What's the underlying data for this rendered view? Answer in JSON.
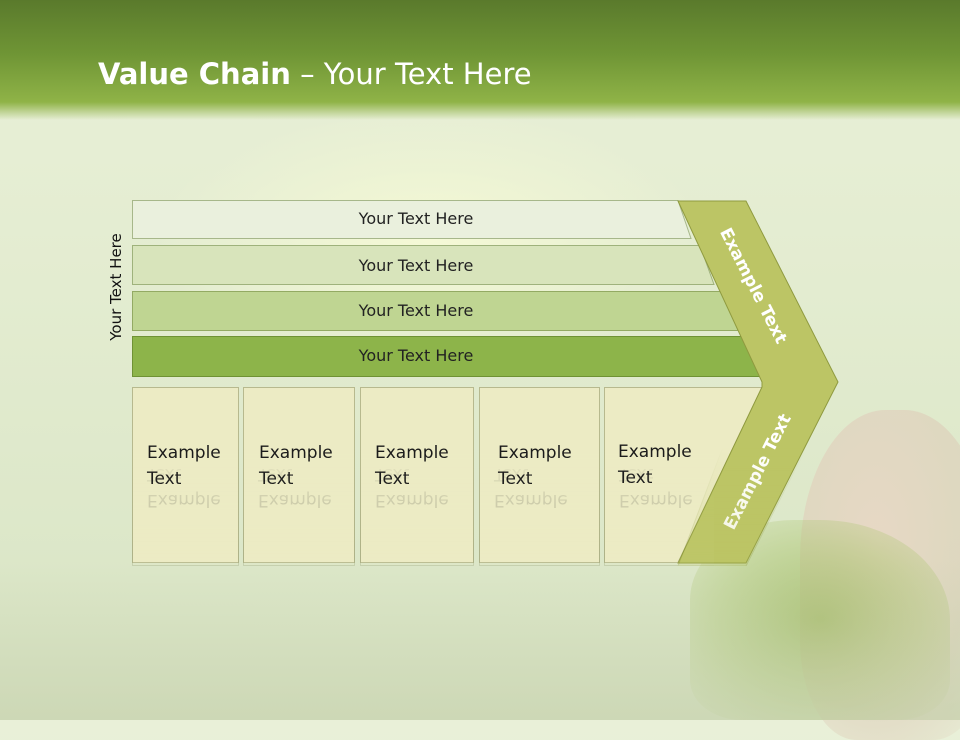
{
  "slide": {
    "title_bold": "Value Chain",
    "title_rest": " – Your Text Here"
  },
  "side_label": "Your Text Here",
  "bars": [
    {
      "label": "Your Text Here",
      "fill": "#eaf0dd",
      "stroke": "#a7b78a"
    },
    {
      "label": "Your Text Here",
      "fill": "#d8e4bb",
      "stroke": "#9fb27c"
    },
    {
      "label": "Your Text Here",
      "fill": "#bfd592",
      "stroke": "#93aa63"
    },
    {
      "label": "Your Text Here",
      "fill": "#8db44a",
      "stroke": "#6f9234"
    }
  ],
  "columns": [
    {
      "line1": "Example",
      "line2": "Text"
    },
    {
      "line1": "Example",
      "line2": "Text"
    },
    {
      "line1": "Example",
      "line2": "Text"
    },
    {
      "line1": "Example",
      "line2": "Text"
    },
    {
      "line1": "Example",
      "line2": "Text"
    }
  ],
  "chevron": {
    "upper_text": "Example Text",
    "lower_text": "Example Text",
    "fill": "#bcc565",
    "stroke": "#8f9a3f"
  },
  "colors": {
    "header_dark": "#5a7a2c",
    "header_light": "#8fb347",
    "column_fill": "#ecebc4"
  }
}
